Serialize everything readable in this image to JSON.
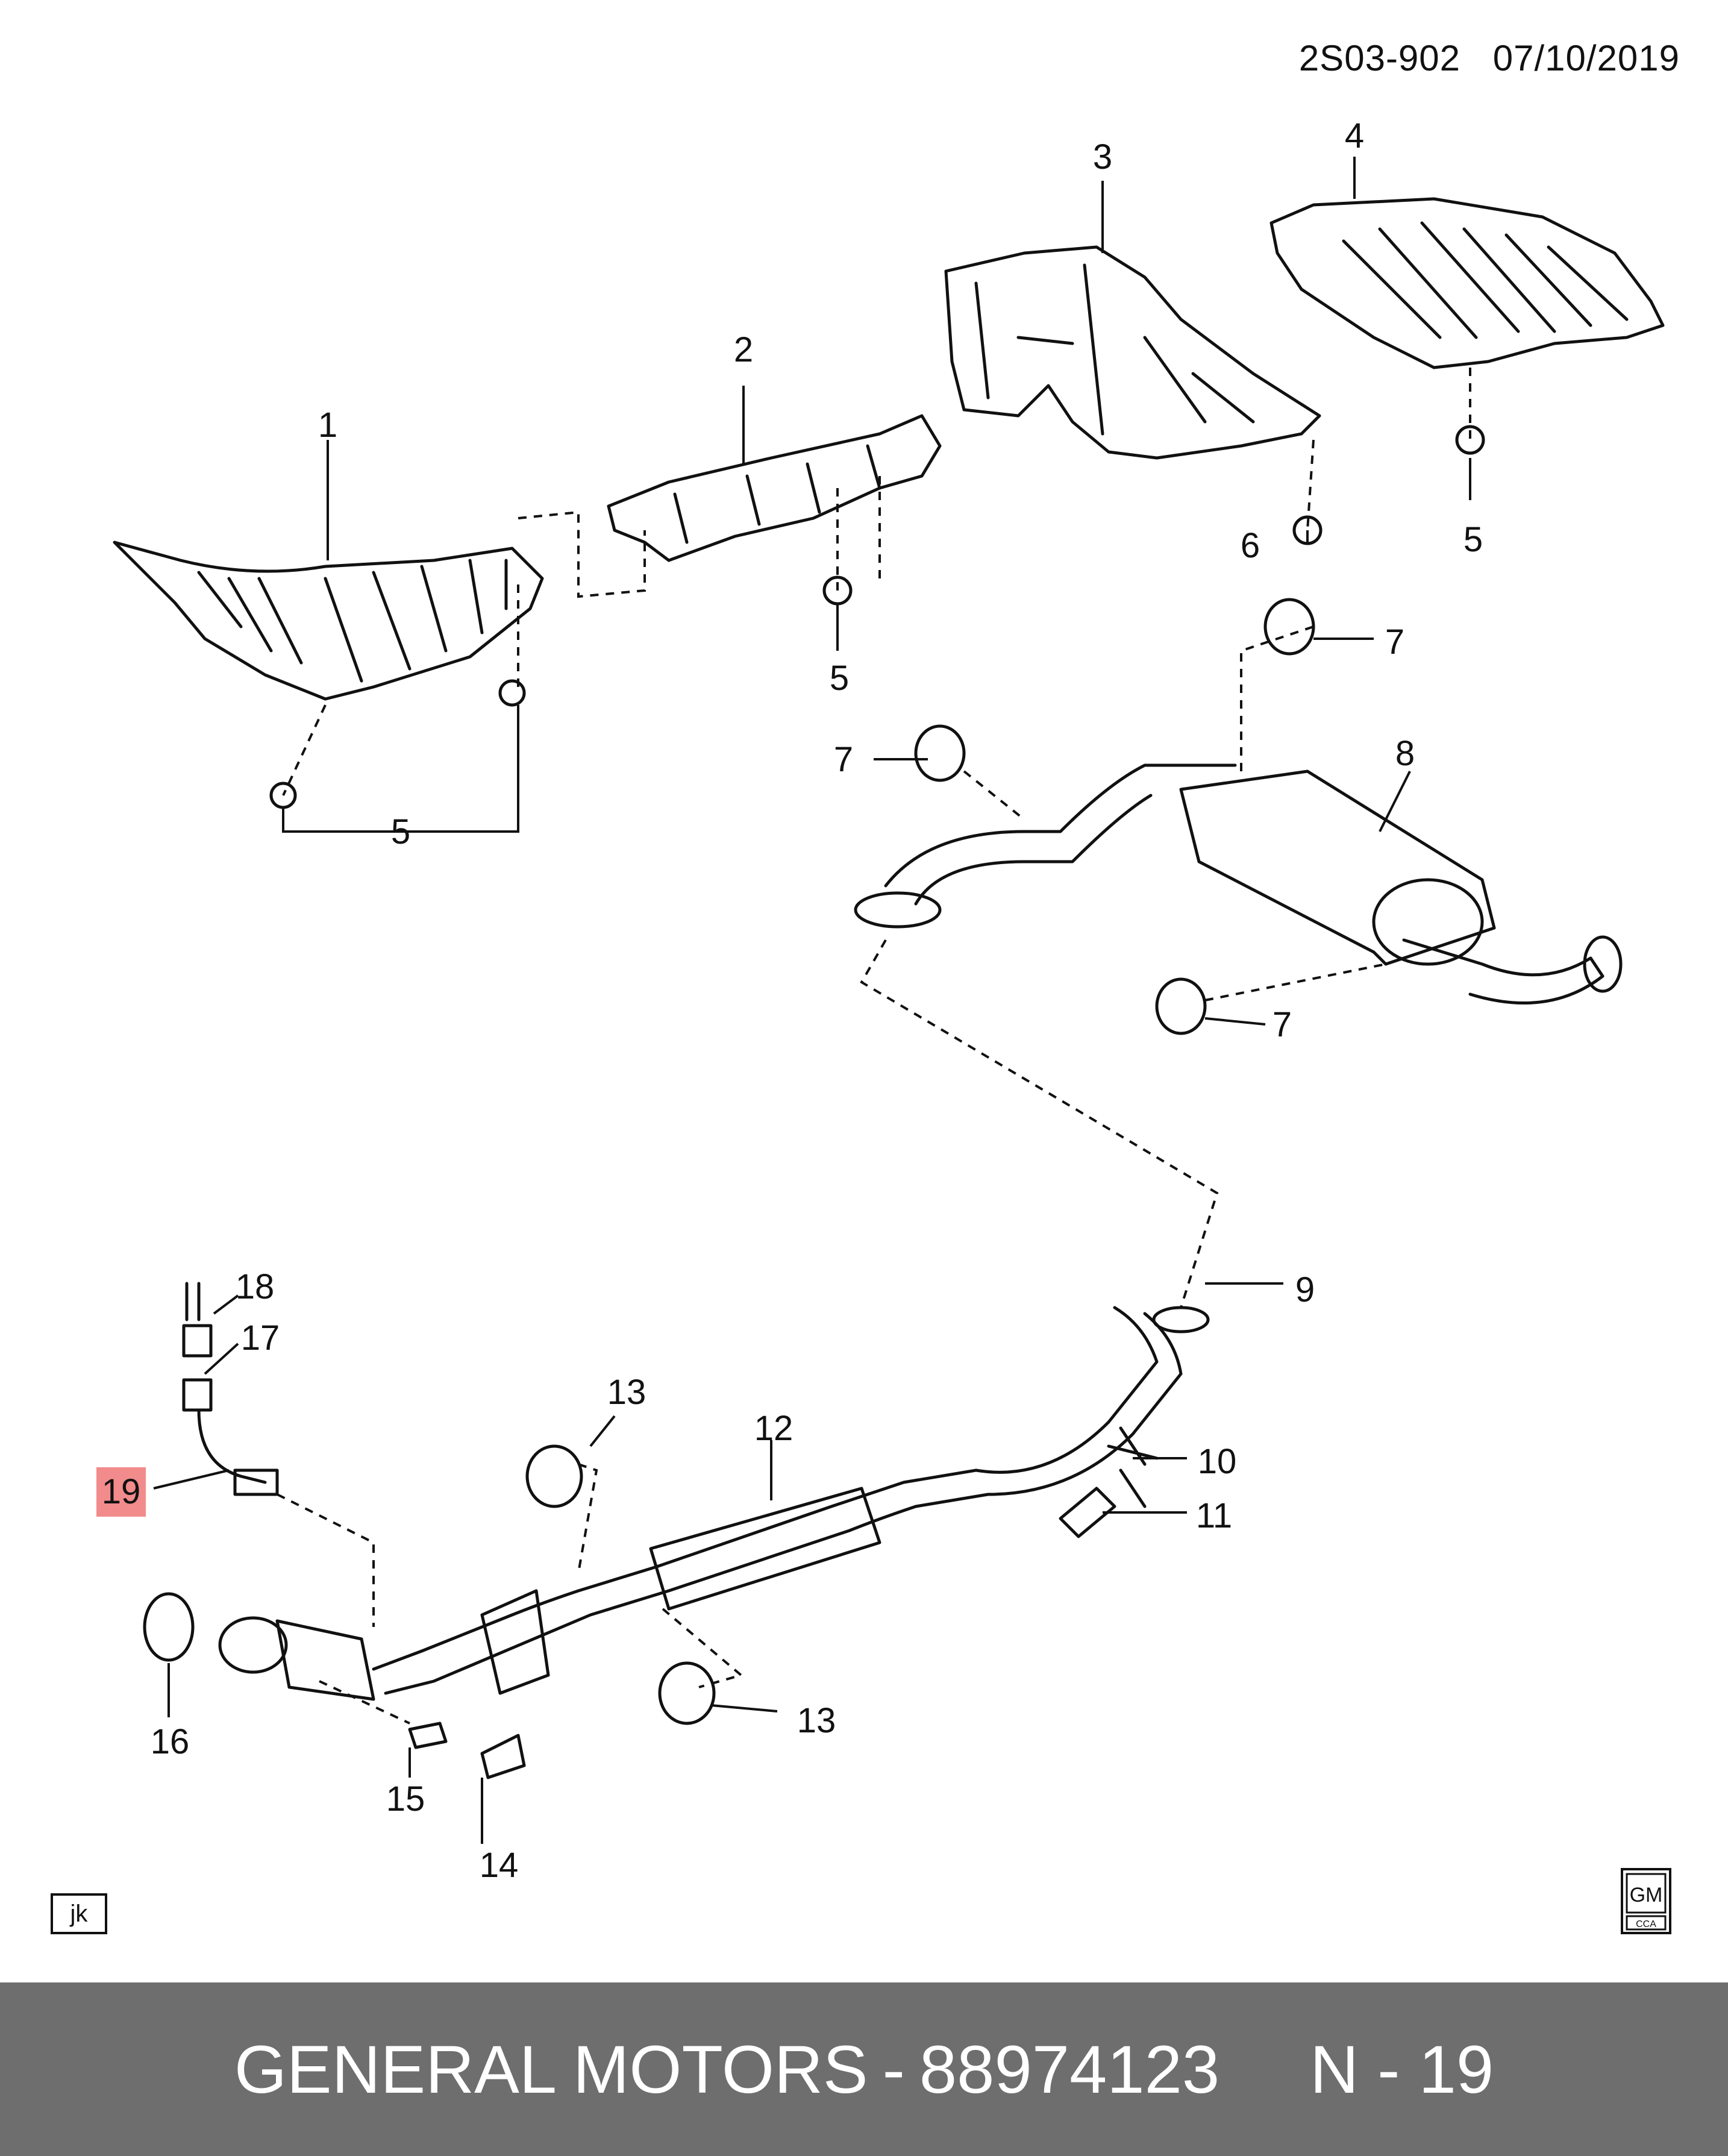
{
  "header": {
    "code": "2S03-902",
    "date": "07/10/2019"
  },
  "callouts": [
    "1",
    "2",
    "3",
    "4",
    "5",
    "6",
    "7",
    "8",
    "9",
    "10",
    "11",
    "12",
    "13",
    "14",
    "15",
    "16",
    "17",
    "18",
    "19"
  ],
  "highlighted_callout": "19",
  "stamp_left": "jk",
  "logo": {
    "top": "GM",
    "bottom": "CCA"
  },
  "footer": {
    "brand": "GENERAL MOTORS",
    "separator": "-",
    "part_number": "88974123",
    "page_ref": "N - 19"
  },
  "colors": {
    "highlight": "#f28b8b",
    "footer_bg": "#6e6e6e"
  }
}
